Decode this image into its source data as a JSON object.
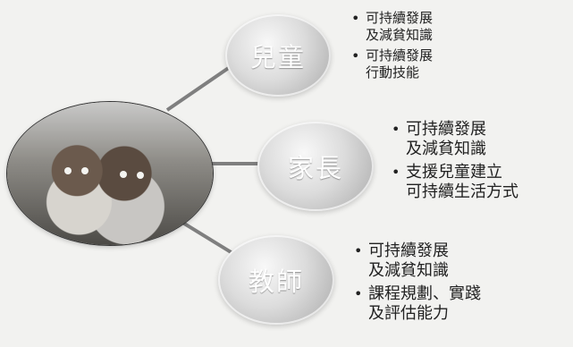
{
  "nodes": [
    {
      "label": "兒童"
    },
    {
      "label": "家長"
    },
    {
      "label": "教師"
    }
  ],
  "bullets": {
    "children": [
      "可持續發展\n及減貧知識",
      "可持續發展\n行動技能"
    ],
    "parents": [
      "可持續發展\n及減貧知識",
      "支援兒童建立\n可持續生活方式"
    ],
    "teachers": [
      "可持續發展\n及減貧知識",
      "課程規劃、實踐\n及評估能力"
    ]
  }
}
